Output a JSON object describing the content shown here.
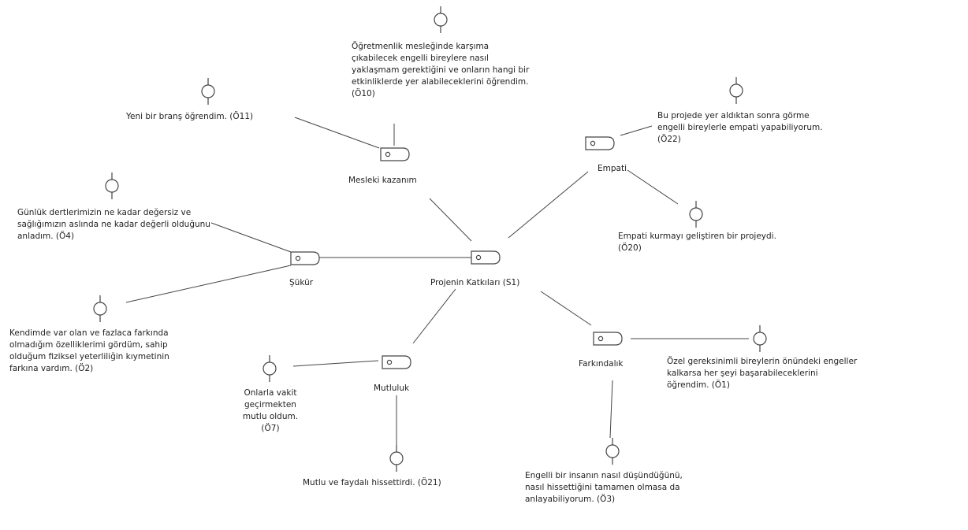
{
  "root": {
    "label": "Projenin Katkıları (S1)"
  },
  "categories": [
    {
      "id": "mesleki",
      "label": "Mesleki kazanım"
    },
    {
      "id": "empati",
      "label": "Empati"
    },
    {
      "id": "sukur",
      "label": "Şükür"
    },
    {
      "id": "mutluluk",
      "label": "Mutluluk"
    },
    {
      "id": "farkindalik",
      "label": "Farkındalık"
    }
  ],
  "quotes": [
    {
      "id": "o10",
      "category": "mesleki",
      "text": "Öğretmenlik mesleğinde karşıma çıkabilecek engelli bireylere nasıl yaklaşmam gerektiğini ve onların hangi bir etkinliklerde yer alabileceklerini öğrendim. (Ö10)"
    },
    {
      "id": "o11",
      "category": "mesleki",
      "text": "Yeni bir branş öğrendim. (Ö11)"
    },
    {
      "id": "o22",
      "category": "empati",
      "text": "Bu projede yer aldıktan sonra görme engelli bireylerle empati yapabiliyorum. (Ö22)"
    },
    {
      "id": "o20",
      "category": "empati",
      "text": "Empati kurmayı geliştiren bir projeydi. (Ö20)"
    },
    {
      "id": "o4",
      "category": "sukur",
      "text": "Günlük dertlerimizin ne kadar değersiz ve sağlığımızın aslında ne kadar değerli olduğunu anladım. (Ö4)"
    },
    {
      "id": "o2",
      "category": "sukur",
      "text": "Kendimde var olan ve fazlaca farkında olmadığım özelliklerimi gördüm, sahip olduğum fiziksel yeterliliğin kıymetinin farkına vardım. (Ö2)"
    },
    {
      "id": "o7",
      "category": "mutluluk",
      "text": "Onlarla vakit geçirmekten mutlu oldum. (Ö7)"
    },
    {
      "id": "o21",
      "category": "mutluluk",
      "text": "Mutlu ve faydalı hissettirdi. (Ö21)"
    },
    {
      "id": "o1",
      "category": "farkindalik",
      "text": "Özel gereksinimli bireylerin önündeki engeller kalkarsa her şeyi başarabileceklerini öğrendim. (Ö1)"
    },
    {
      "id": "o3",
      "category": "farkindalik",
      "text": "Engelli bir insanın nasıl düşündüğünü, nasıl hissettiğini tamamen olmasa da anlayabiliyorum. (Ö3)"
    }
  ]
}
